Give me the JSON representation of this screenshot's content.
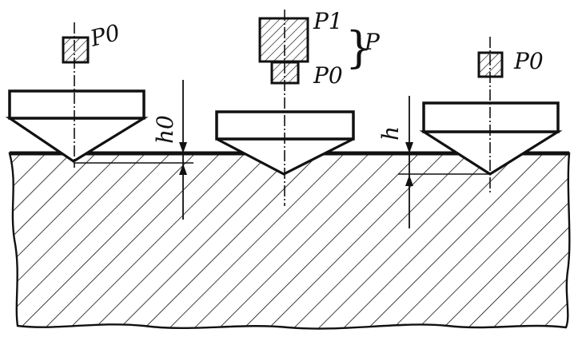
{
  "diagram": {
    "labels": {
      "p0_left": "P0",
      "p1": "P1",
      "p": "P",
      "p0_middle": "P0",
      "p0_right": "P0",
      "h0": "h0",
      "h": "h",
      "brace": "}"
    },
    "colors": {
      "ink": "#111111",
      "background": "#ffffff"
    }
  }
}
